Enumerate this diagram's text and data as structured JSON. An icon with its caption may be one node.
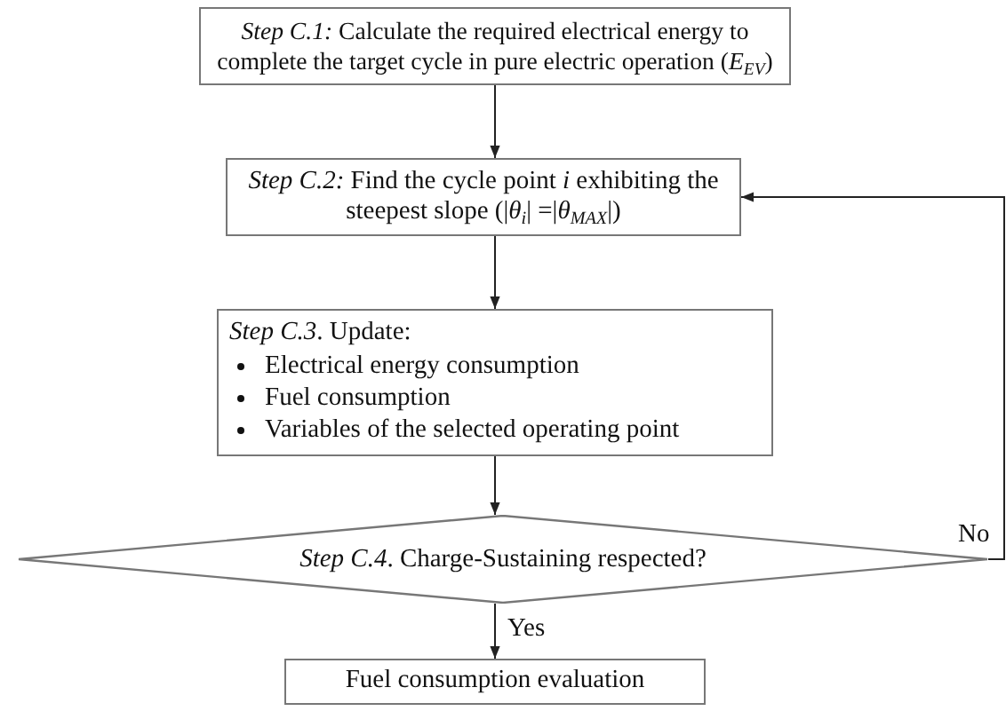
{
  "diagram": {
    "nodes": [
      {
        "text": [
          "*Step C.1:*  Calculate the required electrical energy to complete the target cycle in pure electric operation (*E*$_{EV}$)"
        ]
      },
      {
        "text": [
          "*Step C.2:* Find the cycle point *i* exhibiting the steepest slope (|*θ*$_{i}$| =|*θ*$_{MAX}$|)"
        ]
      },
      {
        "text": [
          "*Step C.3*. Update:",
          "Electrical energy consumption",
          "Fuel consumption",
          "Variables of the selected operating point"
        ]
      },
      {
        "text": [
          "*Step C.4*. Charge-Sustaining respected?"
        ]
      },
      {
        "text": [
          "Fuel consumption evaluation"
        ]
      }
    ],
    "edges": [
      {
        "from": 0,
        "to": 1,
        "arrow": "to"
      },
      {
        "from": 1,
        "to": 2,
        "arrow": "to"
      },
      {
        "from": 2,
        "to": 3,
        "arrow": "to"
      },
      {
        "from": 3,
        "to": 1,
        "arrow": "to",
        "label": "No"
      },
      {
        "from": 3,
        "to": 4,
        "arrow": "to",
        "label": "Yes"
      }
    ]
  }
}
